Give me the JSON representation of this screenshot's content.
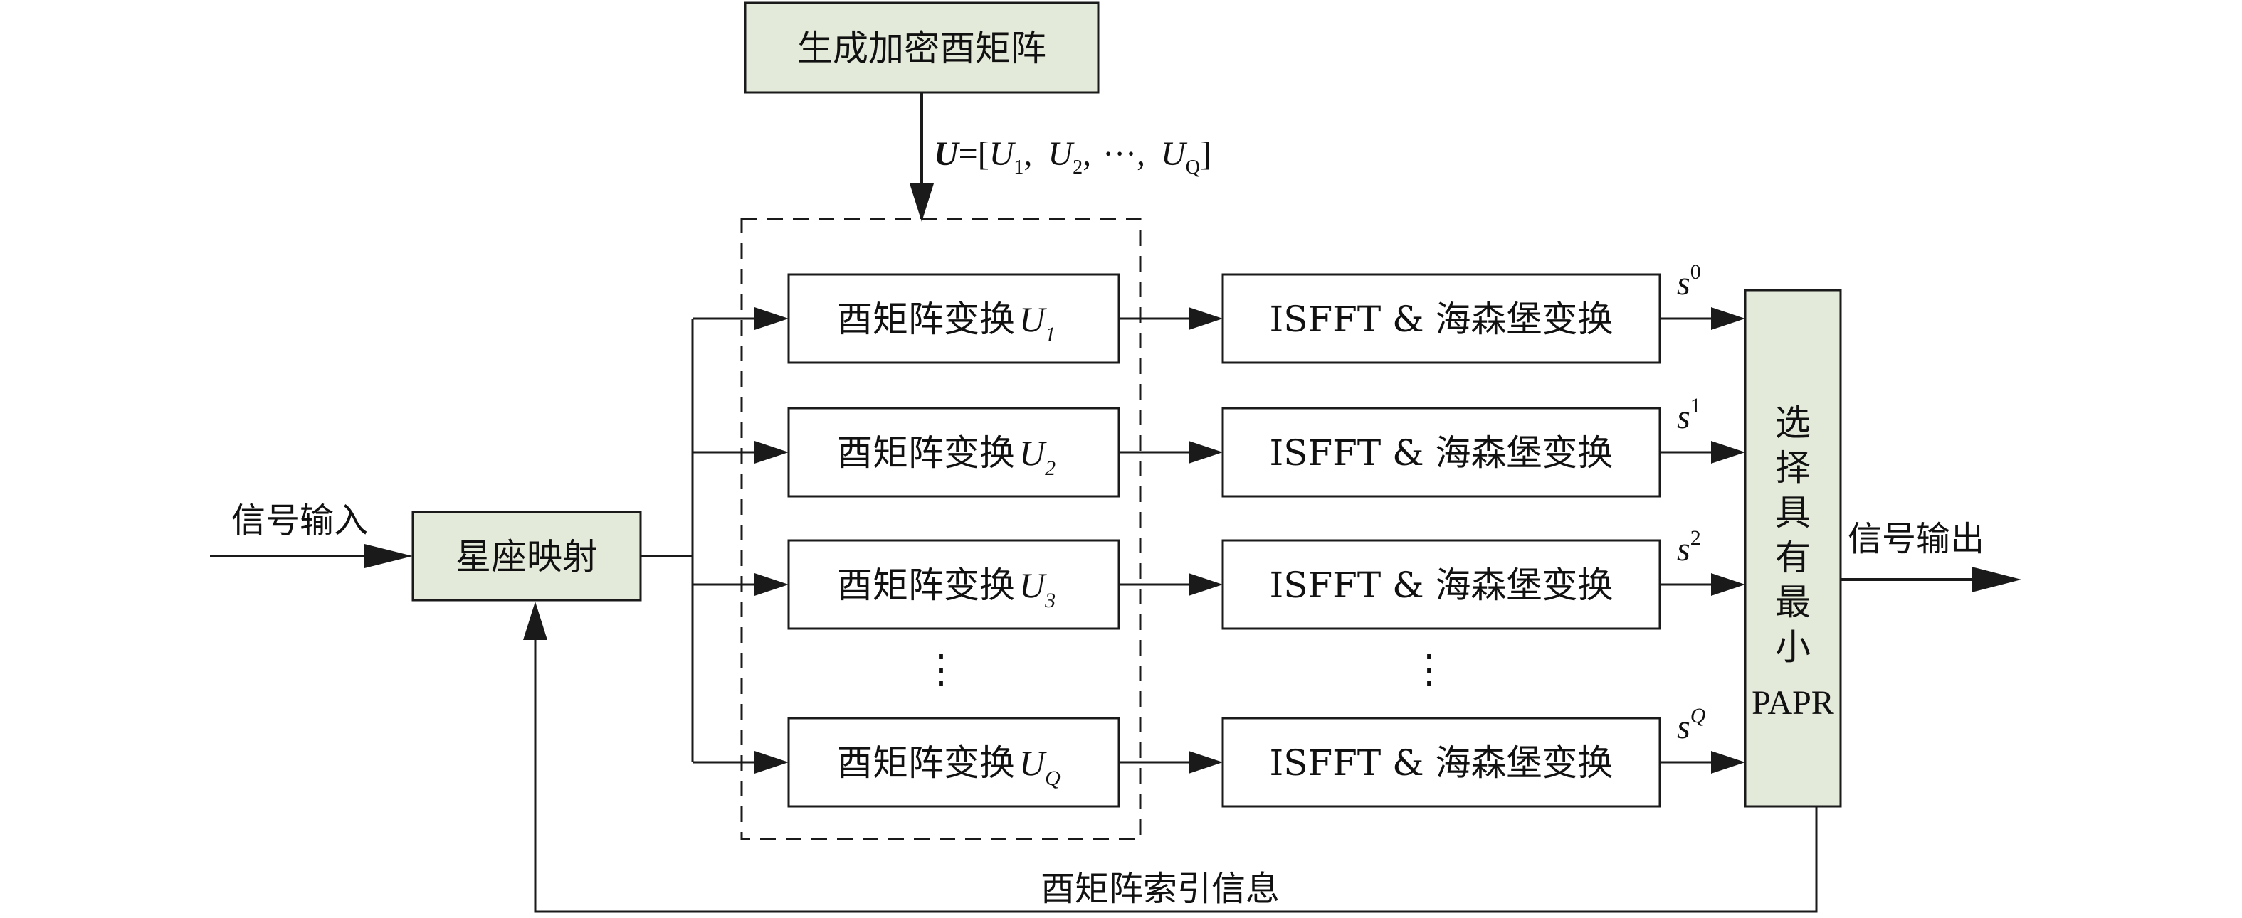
{
  "colors": {
    "box_shaded_fill": "#e3ead9",
    "box_plain_fill": "#ffffff",
    "stroke": "#1a1a1a"
  },
  "top_box": {
    "label": "生成加密酉矩阵"
  },
  "matrix_expr": {
    "lhs": "U",
    "eq": "=[",
    "item_base": "U",
    "sub1": "1",
    "sub2": "2",
    "sep": ",",
    "ellipsis": "···",
    "subQ": "Q",
    "close": "]"
  },
  "input_label": "信号输入",
  "constellation_box": {
    "label": "星座映射"
  },
  "transform_rows": [
    {
      "label": "酉矩阵变换",
      "sym": "U",
      "sub": "1",
      "isfft": "ISFFT & 海森堡变换",
      "out_base": "s",
      "out_sup": "0"
    },
    {
      "label": "酉矩阵变换",
      "sym": "U",
      "sub": "2",
      "isfft": "ISFFT & 海森堡变换",
      "out_base": "s",
      "out_sup": "1"
    },
    {
      "label": "酉矩阵变换",
      "sym": "U",
      "sub": "3",
      "isfft": "ISFFT & 海森堡变换",
      "out_base": "s",
      "out_sup": "2"
    },
    {
      "label": "酉矩阵变换",
      "sym": "U",
      "sub": "Q",
      "isfft": "ISFFT & 海森堡变换",
      "out_base": "s",
      "out_sup": "Q"
    }
  ],
  "vdots": "⋮",
  "select_box": {
    "chars": [
      "选",
      "择",
      "具",
      "有",
      "最",
      "小"
    ],
    "papr": "PAPR"
  },
  "output_label": "信号输出",
  "feedback_label": "酉矩阵索引信息"
}
